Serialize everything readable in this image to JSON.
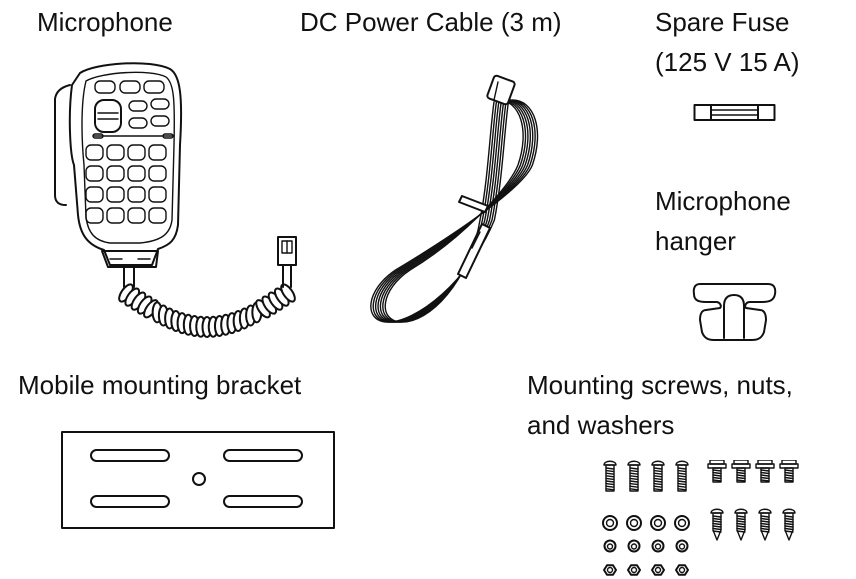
{
  "items": [
    {
      "id": "microphone",
      "label": "Microphone",
      "icon": "microphone-icon"
    },
    {
      "id": "dc-power-cable",
      "label": "DC Power Cable (3 m)",
      "icon": "power-cable-icon"
    },
    {
      "id": "spare-fuse",
      "label_lines": [
        "Spare Fuse",
        "(125 V 15 A)"
      ],
      "icon": "fuse-icon"
    },
    {
      "id": "microphone-hanger",
      "label_lines": [
        "Microphone",
        "hanger"
      ],
      "icon": "hanger-icon"
    },
    {
      "id": "mounting-bracket",
      "label": "Mobile mounting bracket",
      "icon": "bracket-icon"
    },
    {
      "id": "hardware",
      "label_lines": [
        "Mounting screws, nuts,",
        "and washers"
      ],
      "icon": "screws-icon",
      "contents": {
        "machine_screws": 4,
        "flange_bolts": 4,
        "flat_washers": 4,
        "spring_washers": 4,
        "nuts": 4,
        "tapping_screws": 4
      }
    }
  ],
  "colors": {
    "line": "#111111",
    "background": "#ffffff"
  }
}
